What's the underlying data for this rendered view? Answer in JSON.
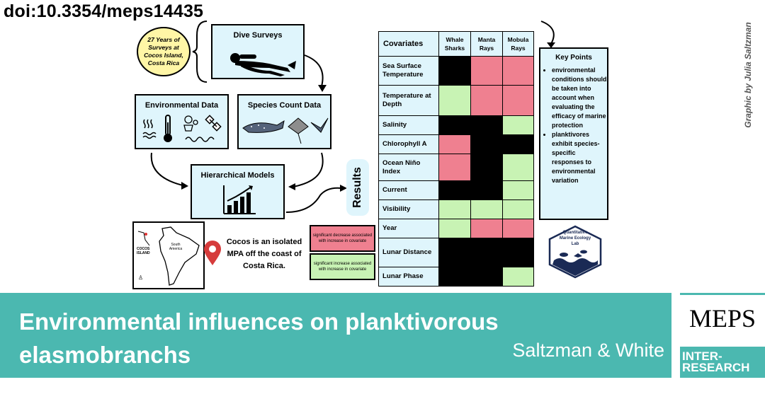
{
  "doi": "doi:10.3354/meps14435",
  "oval_text": "27 Years of Surveys at Cocos Island, Costa Rica",
  "panels": {
    "dive_surveys": "Dive Surveys",
    "environmental_data": "Environmental Data",
    "species_count_data": "Species Count Data",
    "hierarchical_models": "Hierarchical Models"
  },
  "results_label": "Results",
  "map": {
    "cocos_label": "COCOS ISLAND",
    "south_america_label": "South America"
  },
  "cocos_text": "Cocos is an isolated MPA off the coast of Costa Rica.",
  "legend": {
    "decrease": "significant decrease associated with increase in covariate",
    "increase": "significant increase associated with increase in covariate"
  },
  "colors": {
    "decrease": "#ef8090",
    "increase": "#c8f3b4",
    "none": "#000000",
    "panel": "#dff5fc",
    "teal": "#4bb8b0"
  },
  "table": {
    "header": "Covariates",
    "species": [
      "Whale Sharks",
      "Manta Rays",
      "Mobula Rays"
    ],
    "rows": [
      {
        "covariate": "Sea Surface Temperature",
        "effects": [
          "none",
          "decrease",
          "decrease"
        ]
      },
      {
        "covariate": "Temperature at Depth",
        "effects": [
          "increase",
          "decrease",
          "decrease"
        ]
      },
      {
        "covariate": "Salinity",
        "effects": [
          "none",
          "none",
          "increase"
        ]
      },
      {
        "covariate": "Chlorophyll A",
        "effects": [
          "decrease",
          "none",
          "none"
        ]
      },
      {
        "covariate": "Ocean Niño Index",
        "effects": [
          "decrease",
          "none",
          "increase"
        ]
      },
      {
        "covariate": "Current",
        "effects": [
          "none",
          "none",
          "increase"
        ]
      },
      {
        "covariate": "Visibility",
        "effects": [
          "increase",
          "increase",
          "increase"
        ]
      },
      {
        "covariate": "Year",
        "effects": [
          "increase",
          "decrease",
          "decrease"
        ]
      },
      {
        "covariate": "Lunar Distance",
        "effects": [
          "none",
          "none",
          "none"
        ]
      },
      {
        "covariate": "Lunar Phase",
        "effects": [
          "none",
          "none",
          "increase"
        ]
      }
    ]
  },
  "key_points": {
    "title": "Key Points",
    "items": [
      "environmental conditions should be taken into account when evaluating the efficacy of marine protection",
      "planktivores exhibit species-specific responses to environmental variation"
    ]
  },
  "lab_logo": "Quantitative Marine Ecology Lab",
  "credit": "Graphic by Julia Saltzman",
  "banner": {
    "title": "Environmental influences on planktivorous elasmobranchs",
    "authors": "Saltzman & White"
  },
  "journal": "MEPS",
  "publisher_line1": "INTER-",
  "publisher_line2": "RESEARCH"
}
